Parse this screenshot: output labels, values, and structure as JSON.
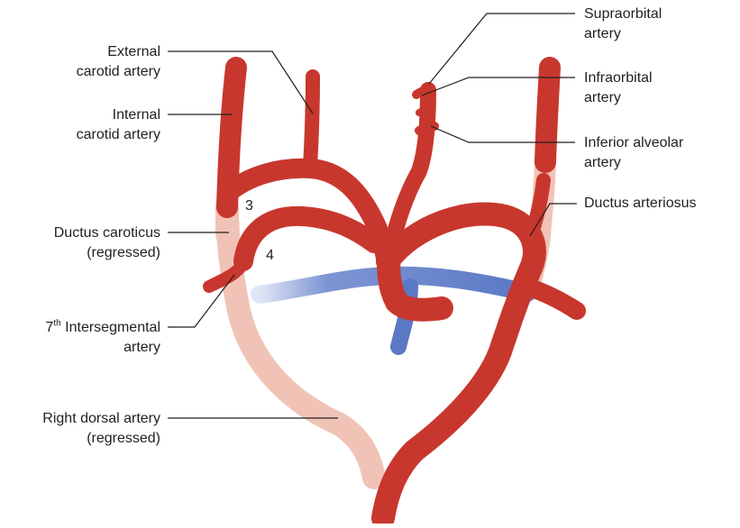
{
  "labels_left": {
    "external_carotid": [
      "External",
      "carotid artery"
    ],
    "internal_carotid": [
      "Internal",
      "carotid artery"
    ],
    "ductus_caroticus": [
      "Ductus caroticus",
      "(regressed)"
    ],
    "intersegmental_prefix": "7",
    "intersegmental_sup": "th",
    "intersegmental_rest": " Intersegmental",
    "intersegmental_line2": "artery",
    "right_dorsal": [
      "Right dorsal artery",
      "(regressed)"
    ]
  },
  "labels_right": {
    "supraorbital": [
      "Supraorbital",
      "artery"
    ],
    "infraorbital": [
      "Infraorbital",
      "artery"
    ],
    "inferior_alveolar": [
      "Inferior alveolar",
      "artery"
    ],
    "ductus_arteriosus": [
      "Ductus arteriosus"
    ]
  },
  "arch_numbers": {
    "third": "3",
    "fourth": "4"
  },
  "colors": {
    "artery": "#c8372d",
    "artery_edge": "#9e2a22",
    "regressed": "#f1c3b6",
    "vein": "#5b78c4",
    "vein_light": "#c8d3ee",
    "leader": "#231f20"
  }
}
